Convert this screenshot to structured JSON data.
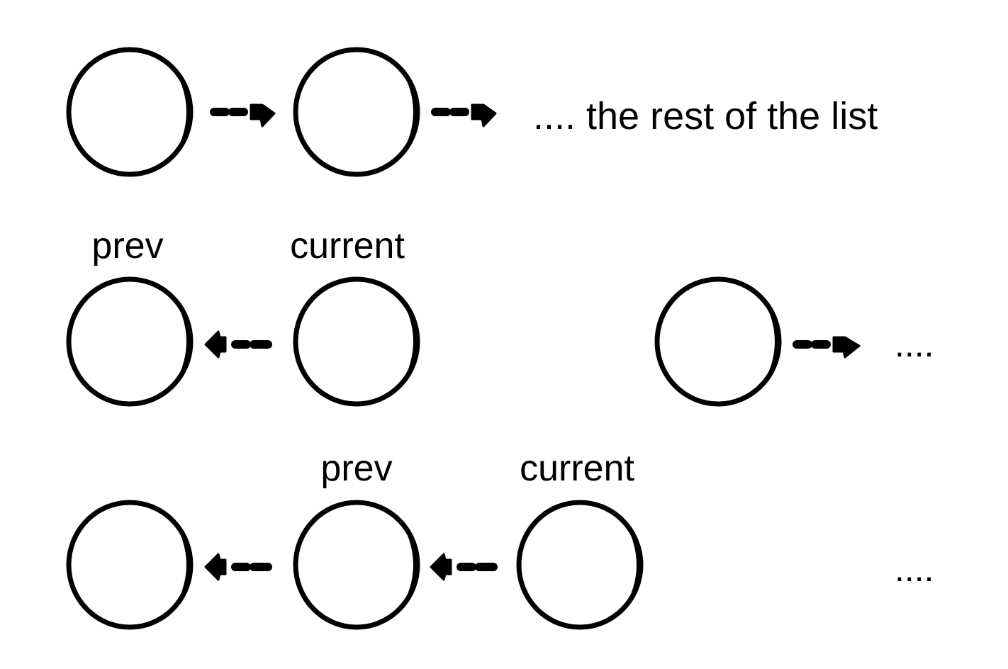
{
  "row1": {
    "rest_text": ".... the rest of the list"
  },
  "row2": {
    "prev_label": "prev",
    "current_label": "current",
    "ellipsis": "...."
  },
  "row3": {
    "prev_label": "prev",
    "current_label": "current",
    "ellipsis": "...."
  }
}
